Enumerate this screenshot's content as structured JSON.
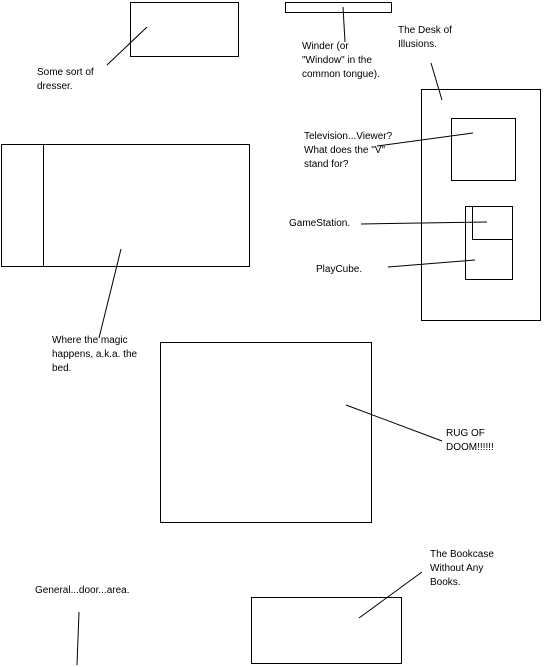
{
  "labels": {
    "dresser": "Some sort of\ndresser.",
    "window": "Winder (or\n\"Window\" in the\ncommon tongue).",
    "desk": "The Desk of\nIllusions.",
    "television": "Television...Viewer?\nWhat does the \"V\"\nstand for?",
    "gamestation": "GameStation.",
    "playcube": "PlayCube.",
    "bed": "Where the magic\nhappens, a.k.a. the\nbed.",
    "rug": "RUG OF\nDOOM!!!!!!",
    "door": "General...door...area.",
    "bookcase": "The Bookcase\nWithout Any\nBooks."
  }
}
